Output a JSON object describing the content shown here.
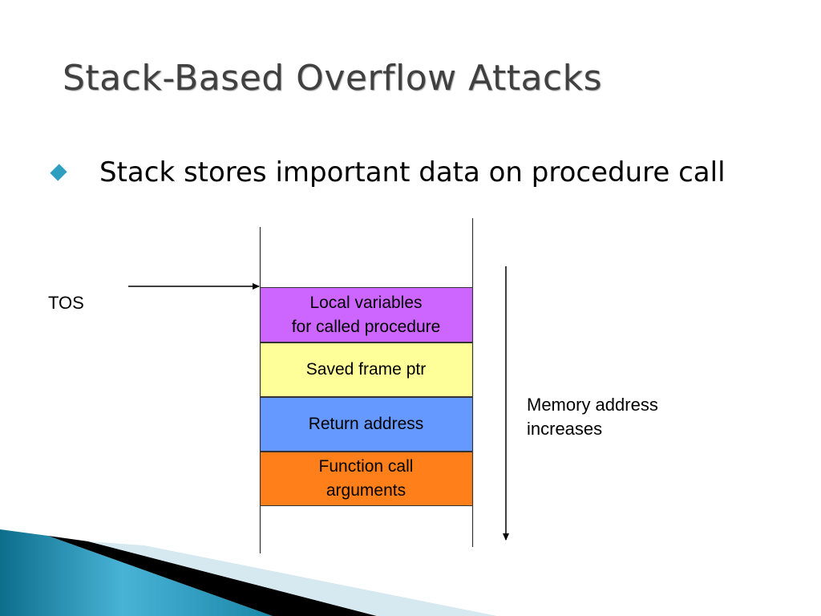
{
  "slide": {
    "title": "Stack-Based Overflow Attacks",
    "bullets": [
      {
        "icon": "diamond-bullet-icon",
        "text": "Stack stores important data on procedure call"
      }
    ]
  },
  "diagram": {
    "tos_label": "TOS",
    "memory_label": "Memory address\nincreases",
    "memory_label_lines": [
      "Memory address",
      "increases"
    ],
    "blocks": [
      {
        "label": "Local variables\nfor called procedure",
        "color": "#cc66ff"
      },
      {
        "label": "Saved frame ptr",
        "color": "#ffff99"
      },
      {
        "label": "Return address",
        "color": "#6699ff"
      },
      {
        "label": "Function call\narguments",
        "color": "#ff7f1a"
      }
    ]
  },
  "theme": {
    "accent": "#2f9fc0",
    "title_color": "#404040"
  }
}
